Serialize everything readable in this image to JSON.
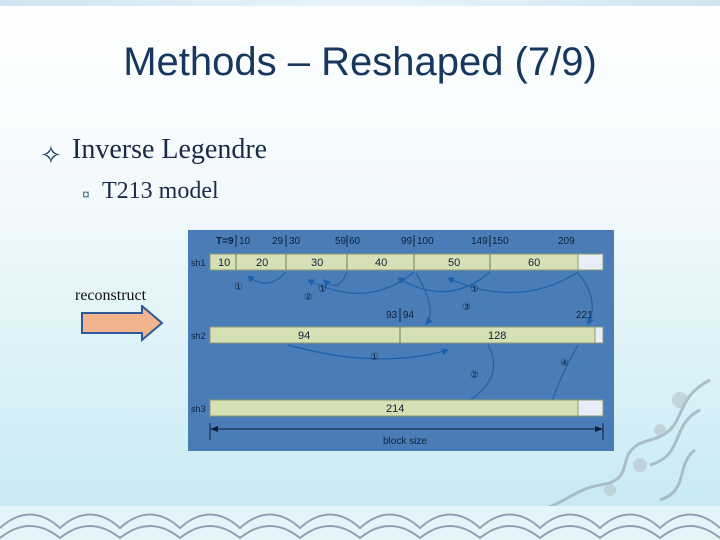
{
  "slide": {
    "title": "Methods – Reshaped (7/9)",
    "bullet1": "Inverse Legendre",
    "bullet2": "T213 model",
    "side_label": "reconstruct"
  },
  "diagram": {
    "top_labels": [
      "T=9",
      "10",
      "29",
      "30",
      "59",
      "60",
      "99",
      "100",
      "149",
      "150",
      "209"
    ],
    "rows": [
      {
        "name": "sh1",
        "values": [
          "10",
          "20",
          "30",
          "40",
          "50",
          "60"
        ]
      },
      {
        "name": "sh2",
        "values": [
          "94",
          "128"
        ]
      },
      {
        "name": "sh3",
        "values": [
          "214"
        ]
      }
    ],
    "mid_labels": {
      "a": "93",
      "b": "94",
      "c": "221"
    },
    "step_markers": [
      "①",
      "②",
      "③",
      "④"
    ],
    "bottom_label": "block size"
  },
  "colors": {
    "title": "#17375e",
    "diagram_bg": "#4a7db8",
    "bar_fill": "#d6e0b4",
    "bar_empty": "#e8eef6"
  }
}
